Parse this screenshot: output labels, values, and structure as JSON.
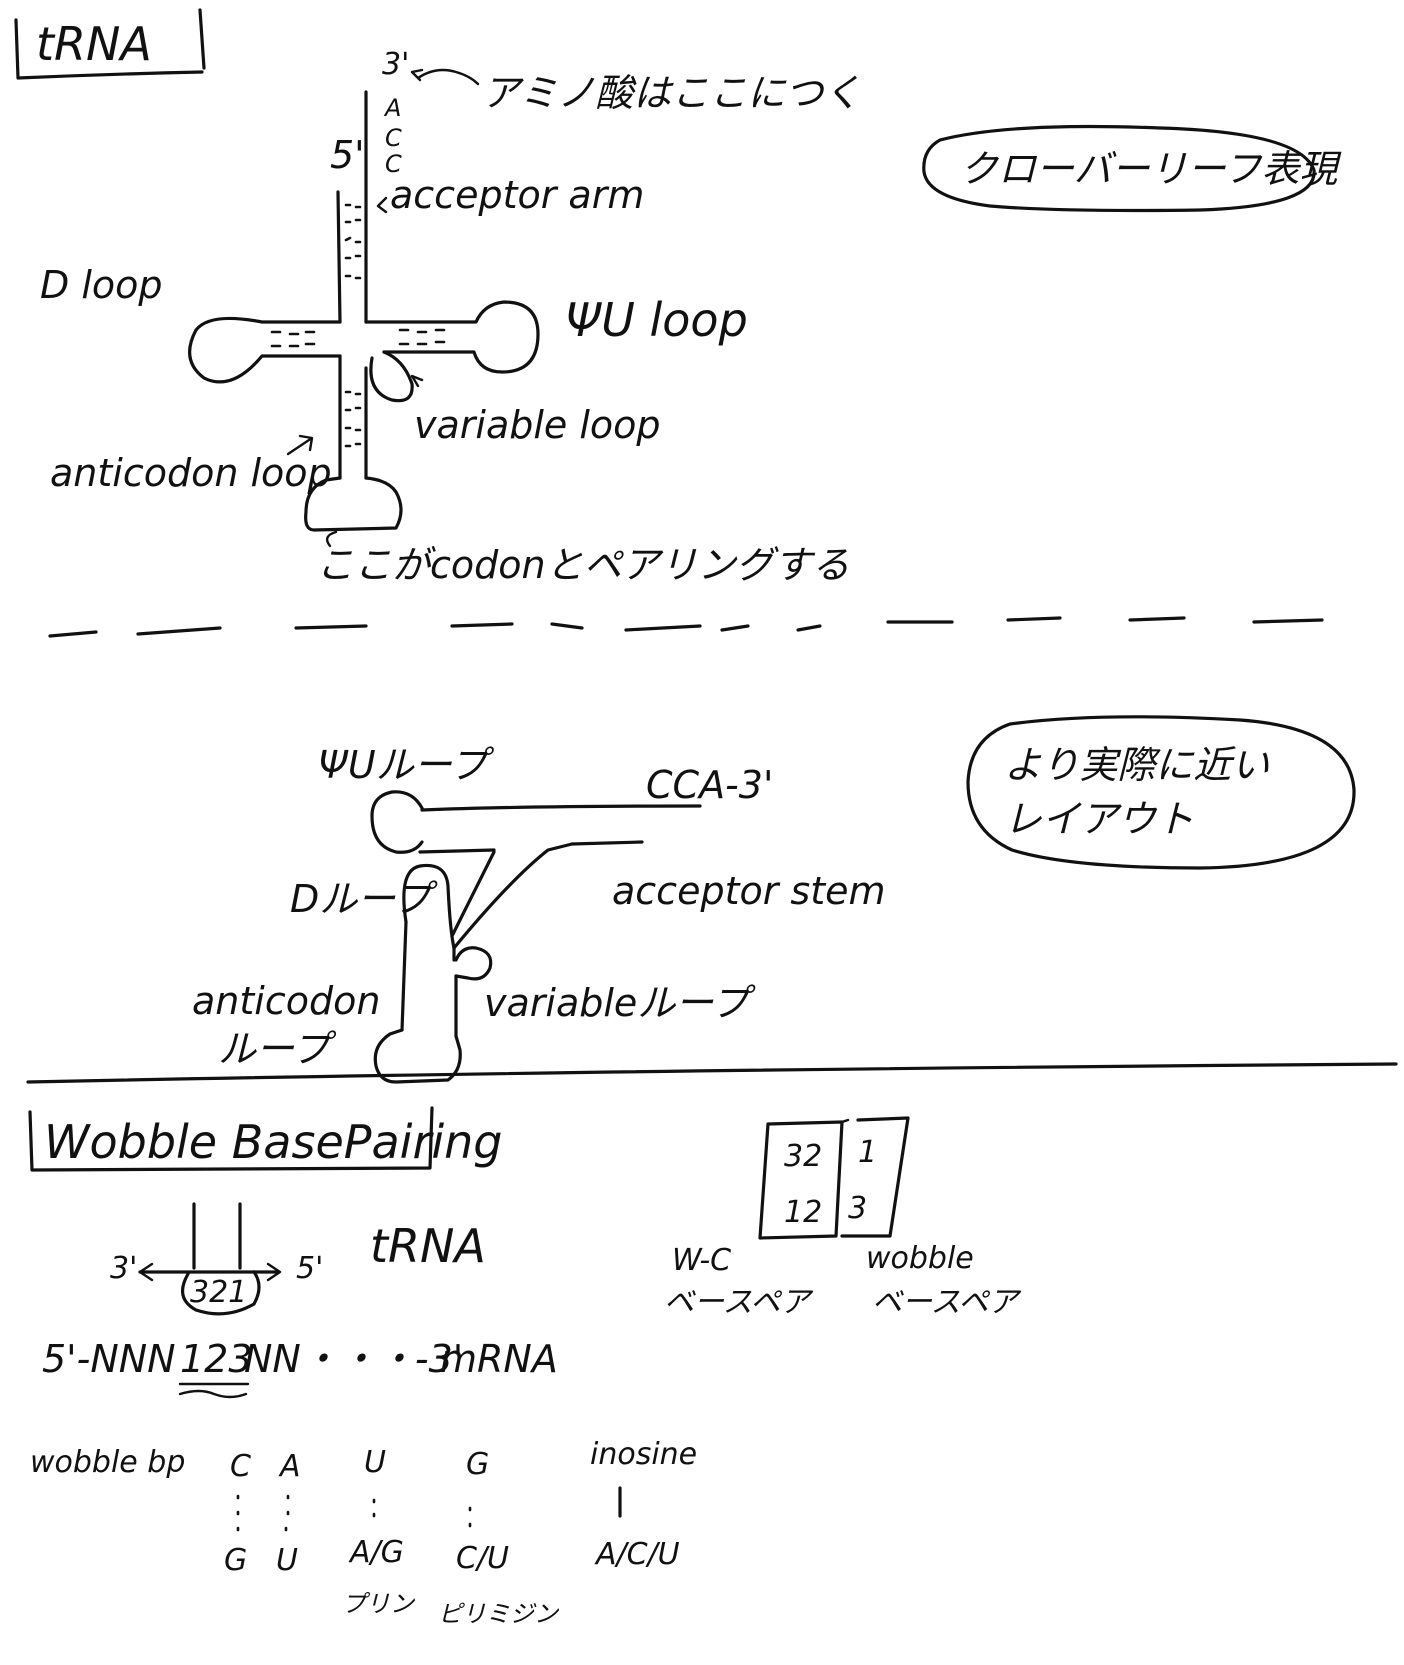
{
  "section1": {
    "title": "tRNA",
    "three_prime": "3'",
    "five_prime": "5'",
    "aa_note": "アミノ酸はここにつく",
    "acc_seq": [
      "A",
      "C",
      "C"
    ],
    "acceptor_arm": "acceptor arm",
    "d_loop": "D loop",
    "psi_loop": "ΨU loop",
    "variable_loop": "variable loop",
    "anticodon_loop": "anticodon loop",
    "codon_note": "ここがcodonとペアリングする",
    "badge": "クローバーリーフ表現"
  },
  "section2": {
    "psi_loop": "ΨUループ",
    "cca": "CCA-3'",
    "d_loop": "Dループ",
    "acceptor_stem": "acceptor stem",
    "variable_loop": "variableループ",
    "anticodon_line1": "anticodon",
    "anticodon_line2": "ループ",
    "badge_line1": "より実際に近い",
    "badge_line2": "レイアウト"
  },
  "section3": {
    "title": "Wobble BasePairing",
    "trna_label": "tRNA",
    "three_prime": "3'",
    "five_prime": "5'",
    "anticodon_digits": "321",
    "mrna_prefix": "5'-NNN",
    "mrna_codon": "123",
    "mrna_suffix": "NN・・・-3'",
    "mrna_label": "mRNA",
    "box_top_left": "32",
    "box_top_right": "1",
    "box_bottom_left": "12",
    "box_bottom_right": "3",
    "wc_label": "W-C",
    "wc_sub": "ベースペア",
    "wobble_label": "wobble",
    "wobble_sub": "ベースペア",
    "wobble_bp": "wobble bp",
    "pairs": [
      {
        "top": "C",
        "bottom": "G"
      },
      {
        "top": "A",
        "bottom": "U"
      },
      {
        "top": "U",
        "bottom": "A/G",
        "note": "プリン"
      },
      {
        "top": "G",
        "bottom": "C/U",
        "note": "ピリミジン"
      },
      {
        "top": "inosine",
        "bottom": "A/C/U"
      }
    ]
  }
}
